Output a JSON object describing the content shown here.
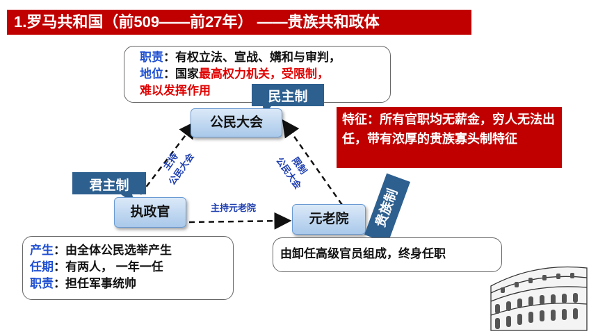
{
  "title": "1.罗马共和国（前509——前27年） ——贵族共和政体",
  "assembly_box": {
    "line1_key": "职责",
    "line1_text": "：有权立法、宣战、媾和与审判，",
    "line2_key": "地位",
    "line2_text_a": "：国家",
    "line2_text_red": "最高权力机关，受限制，",
    "line3_red": "难以发挥作用"
  },
  "nodes": {
    "assembly": "公民大会",
    "consul": "执政官",
    "senate": "元老院"
  },
  "callouts": {
    "democracy": "民主制",
    "monarchy": "君主制",
    "aristocracy": "贵族制"
  },
  "senate_features": "特征：所有官职均无薪金，穷人无法出任，带有浓厚的贵族寡头制特征",
  "edges": {
    "consul_to_assembly_1": "主持",
    "consul_to_assembly_2": "公民大会",
    "senate_to_assembly_1": "限制",
    "senate_to_assembly_2": "公民大会",
    "consul_to_senate": "主持元老院"
  },
  "consul_box": {
    "l1_key": "产生",
    "l1_text": "：由全体公民选举产生",
    "l2_key": "任期",
    "l2_text": "：有两人， 一年一任",
    "l3_key": "职责",
    "l3_text": "：担任军事统帅"
  },
  "senate_box": "由卸任高级官员组成，终身任职"
}
